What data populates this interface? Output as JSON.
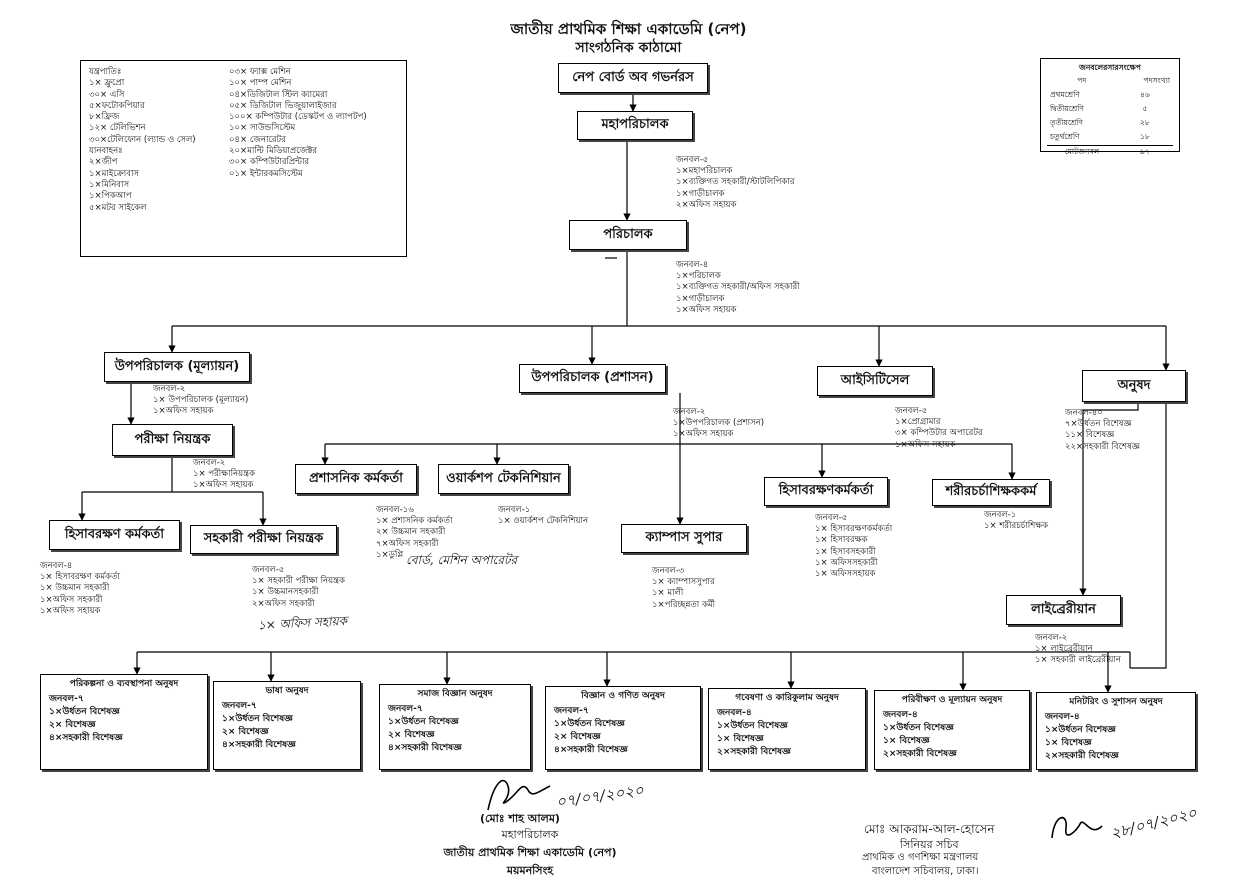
{
  "header": {
    "title": "জাতীয় প্রাথমিক শিক্ষা একাডেমি (নেপ)",
    "subtitle": "সাংগঠনিক কাঠামো"
  },
  "equipment": {
    "col1": [
      "যন্ত্রপাতিঃ",
      "১× ফ্রুপ্রো",
      "৩০× এসি",
      "৫×ফটোকপিয়ার",
      "৮×ফ্রিজ",
      "১২× টেলিভিশন",
      "৩০×টেলিফোন (ল্যান্ড ও সেল)",
      "যানবাহনঃ",
      "২×জীপ",
      "১×মাইক্রোবাস",
      "১×মিনিবাস",
      "১×পিকআপ",
      "৫×মটর সাইকেল"
    ],
    "col2": [
      "০৩× ফ্যাক্স মেশিন",
      "১০× পাম্প মেশিন",
      "০৪×ডিজিটাল স্টিল ক্যামেরা",
      "০৫× ডিজিটাল ভিজুয়ালাইজার",
      "১০০× কম্পিউটার (ডেস্কটপ ও ল্যাপটপ)",
      "১০× সাউন্ডসিস্টেম",
      "০৪× জেনারেটর",
      "২০×মাল্টি মিডিয়াপ্রজেক্টর",
      "৩০× কম্পিউটারপ্রিন্টার",
      "০১× ইন্টারকমসিস্টেম"
    ]
  },
  "summary": {
    "title": "জনবলেরসারসংক্ষেপ",
    "col_post": "পদ",
    "col_count": "পদসংখ্যা",
    "rows": [
      {
        "post": "প্রথমশ্রেণি",
        "count": "৪৬"
      },
      {
        "post": "দ্বিতীয়শ্রেণি",
        "count": "৫"
      },
      {
        "post": "তৃতীয়শ্রেণি",
        "count": "২৮"
      },
      {
        "post": "চতুর্থশ্রেণি",
        "count": "১৮"
      }
    ],
    "total_label": "মোটজনবল",
    "total_value": "৯৭"
  },
  "nodes": {
    "board": "নেপ বোর্ড অব গভর্নরস",
    "dg": "মহাপরিচালক",
    "director": "পরিচালক",
    "dd_eval": "উপপরিচালক (মূল্যায়ন)",
    "dd_admin": "উপপরিচালক (প্রশাসন)",
    "ict": "আইসিটিসেল",
    "wing": "অনুষদ",
    "exam_ctrl": "পরীক্ষা নিয়ন্ত্রক",
    "acct_officer": "হিসাবরক্ষণ কর্মকর্তা",
    "asst_exam": "সহকারী পরীক্ষা নিয়ন্ত্রক",
    "admin_officer": "প্রশাসনিক কর্মকর্তা",
    "workshop": "ওয়ার্কশপ টেকনিশিয়ান",
    "campus": "ক্যাম্পাস সুপার",
    "accounts": "হিসাবরক্ষণকর্মকর্তা",
    "pe": "শরীরচর্চাশিক্ষককর্ম",
    "librarian": "লাইব্রেরীয়ান"
  },
  "staff": {
    "dg": [
      "জনবল-৫",
      "১×মহাপরিচালক",
      "১×ব্যক্তিগত সহকারী/স্টাটলিপিকার",
      "১×গাড়ীচালক",
      "২×অফিস সহায়ক"
    ],
    "director": [
      "জনবল-৪",
      "১×পরিচালক",
      "১×ব্যক্তিগত সহকারী/অফিস সহকারী",
      "১×গাড়ীচালক",
      "১×অফিস সহায়ক"
    ],
    "dd_eval": [
      "জনবল-২",
      "১× উপপরিচালক (মূল্যায়ন)",
      "১×অফিস সহায়ক"
    ],
    "dd_admin": [
      "জনবল-২",
      "১×উপপরিচালক (প্রশাসন)",
      "১×অফিস সহায়ক"
    ],
    "ict": [
      "জনবল-৫",
      "১×প্রোগ্রামার",
      "৩× কম্পিউটার অপারেটর",
      "১×অফিস সহায়ক"
    ],
    "wing": [
      "জনবল-৪০",
      "৭×উর্ধতন বিশেষজ্ঞ",
      "১১× বিশেষজ্ঞ",
      "২২×সহকারী বিশেষজ্ঞ"
    ],
    "exam_ctrl": [
      "জনবল-২",
      "১× পরীক্ষানিয়ন্ত্রক",
      "১×অফিস সহায়ক"
    ],
    "acct_officer": [
      "জনবল-৪",
      "১× হিসাবরক্ষণ কর্মকর্তা",
      "১× উচ্চমান সহকারী",
      "১×অফিস সহকারী",
      "১×অফিস সহায়ক"
    ],
    "asst_exam": [
      "জনবল-৫",
      "১× সহকারী পরীক্ষা নিয়ন্ত্রক",
      "১× উচ্চমানসহকারী",
      "২×অফিস সহকারী"
    ],
    "admin_officer": [
      "জনবল-১৬",
      "১× প্রশাসনিক কর্মকর্তা",
      "২× উচ্চমান সহকারী",
      "৭×অফিস সহকারী",
      "১×ডুপ্লি"
    ],
    "workshop": [
      "জনবল-১",
      "১× ওয়ার্কশপ টেকনিশিয়ান"
    ],
    "campus": [
      "জনবল-৩",
      "১× ক্যাম্পাসসুপার",
      "১× মালী",
      "১×পরিচ্ছন্নতা কর্মী"
    ],
    "accounts": [
      "জনবল-৫",
      "১× হিসাবরক্ষণকর্মকর্তা",
      "১× হিসাবরক্ষক",
      "১× হিসাবসহকারী",
      "১× অফিসসহকারী",
      "১× অফিসসহায়ক"
    ],
    "pe": [
      "জনবল-১",
      "১× শরীরচর্চাশিক্ষক"
    ],
    "librarian": [
      "জনবল-২",
      "১× লাইব্রেরীয়ান",
      "১× সহকারী লাইব্রেরীয়ান"
    ]
  },
  "faculties": [
    {
      "title": "পরিকল্পনা ও ব্যবস্থাপনা অনুষদ",
      "lines": [
        "জনবল-৭",
        "১×উর্ধতন বিশেষজ্ঞ",
        "২× বিশেষজ্ঞ",
        "৪×সহকারী বিশেষজ্ঞ"
      ]
    },
    {
      "title": "ভাষা অনুষদ",
      "lines": [
        "জনবল-৭",
        "১×উর্ধতন বিশেষজ্ঞ",
        "২× বিশেষজ্ঞ",
        "৪×সহকারী বিশেষজ্ঞ"
      ]
    },
    {
      "title": "সমাজ বিজ্ঞান অনুষদ",
      "lines": [
        "জনবল-৭",
        "১×উর্ধতন বিশেষজ্ঞ",
        "২× বিশেষজ্ঞ",
        "৪×সহকারী বিশেষজ্ঞ"
      ]
    },
    {
      "title": "বিজ্ঞান ও গণিত অনুষদ",
      "lines": [
        "জনবল-৭",
        "১×উর্ধতন বিশেষজ্ঞ",
        "২× বিশেষজ্ঞ",
        "৪×সহকারী বিশেষজ্ঞ"
      ]
    },
    {
      "title": "গবেষণা ও কারিকুলাম অনুষদ",
      "lines": [
        "জনবল-৪",
        "১×উর্ধতন বিশেষজ্ঞ",
        "১× বিশেষজ্ঞ",
        "২×সহকারী বিশেষজ্ঞ"
      ]
    },
    {
      "title": "পরিবীক্ষণ ও মূল্যায়ন অনুষদ",
      "lines": [
        "জনবল-৪",
        "১×উর্ধতন বিশেষজ্ঞ",
        "১× বিশেষজ্ঞ",
        "২×সহকারী বিশেষজ্ঞ"
      ]
    },
    {
      "title": "মনিটরিং ও সুশাসন অনুষদ",
      "lines": [
        "জনবল-৪",
        "১×উর্ধতন বিশেষজ্ঞ",
        "১× বিশেষজ্ঞ",
        "২×সহকারী বিশেষজ্ঞ"
      ]
    }
  ],
  "handwritten": {
    "admin_note": "বোর্ড, মেশিন অপারেটর",
    "exam_note": "১× অফিস সহায়ক",
    "sig_date_left": "০৭/০৭/২০২০",
    "sig_date_right": "২৮/০৭/২০২০"
  },
  "signature_left": {
    "name": "(মোঃ শাহ আলম)",
    "designation": "মহাপরিচালক",
    "org": "জাতীয় প্রাথমিক শিক্ষা একাডেমি (নেপ)",
    "place": "ময়মনসিংহ"
  },
  "signature_right": {
    "name": "মোঃ আকরাম-আল-হোসেন",
    "designation": "সিনিয়র সচিব",
    "ministry": "প্রাথমিক ও গণশিক্ষা মন্ত্রণালয়",
    "secretariat": "বাংলাদেশ সচিবালয়, ঢাকা।"
  }
}
